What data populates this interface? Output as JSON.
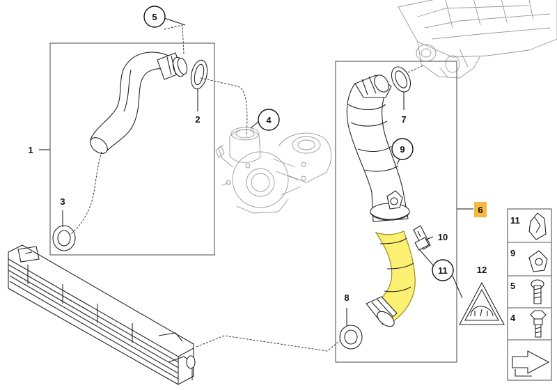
{
  "callouts": {
    "c1": "1",
    "c2": "2",
    "c3": "3",
    "c4": "4",
    "c5": "5",
    "c6": "6",
    "c7": "7",
    "c8": "8",
    "c9": "9",
    "c10": "10",
    "c11": "11",
    "c12": "12"
  },
  "legend": {
    "items": [
      {
        "number": "11",
        "part": "clip"
      },
      {
        "number": "9",
        "part": "clip-nut"
      },
      {
        "number": "5",
        "part": "screw"
      },
      {
        "number": "4",
        "part": "hex-bolt"
      }
    ]
  },
  "colors": {
    "highlight_fill": "#fbf071",
    "highlight_stroke": "#9a8a20",
    "label_6_fill": "#f5b841",
    "line": "#222222",
    "ghost_line": "#999999"
  },
  "icons": [
    "clip-icon",
    "clip-nut-icon",
    "screw-icon",
    "hex-bolt-icon",
    "warning-triangle-icon",
    "navigation-arrow-icon"
  ]
}
